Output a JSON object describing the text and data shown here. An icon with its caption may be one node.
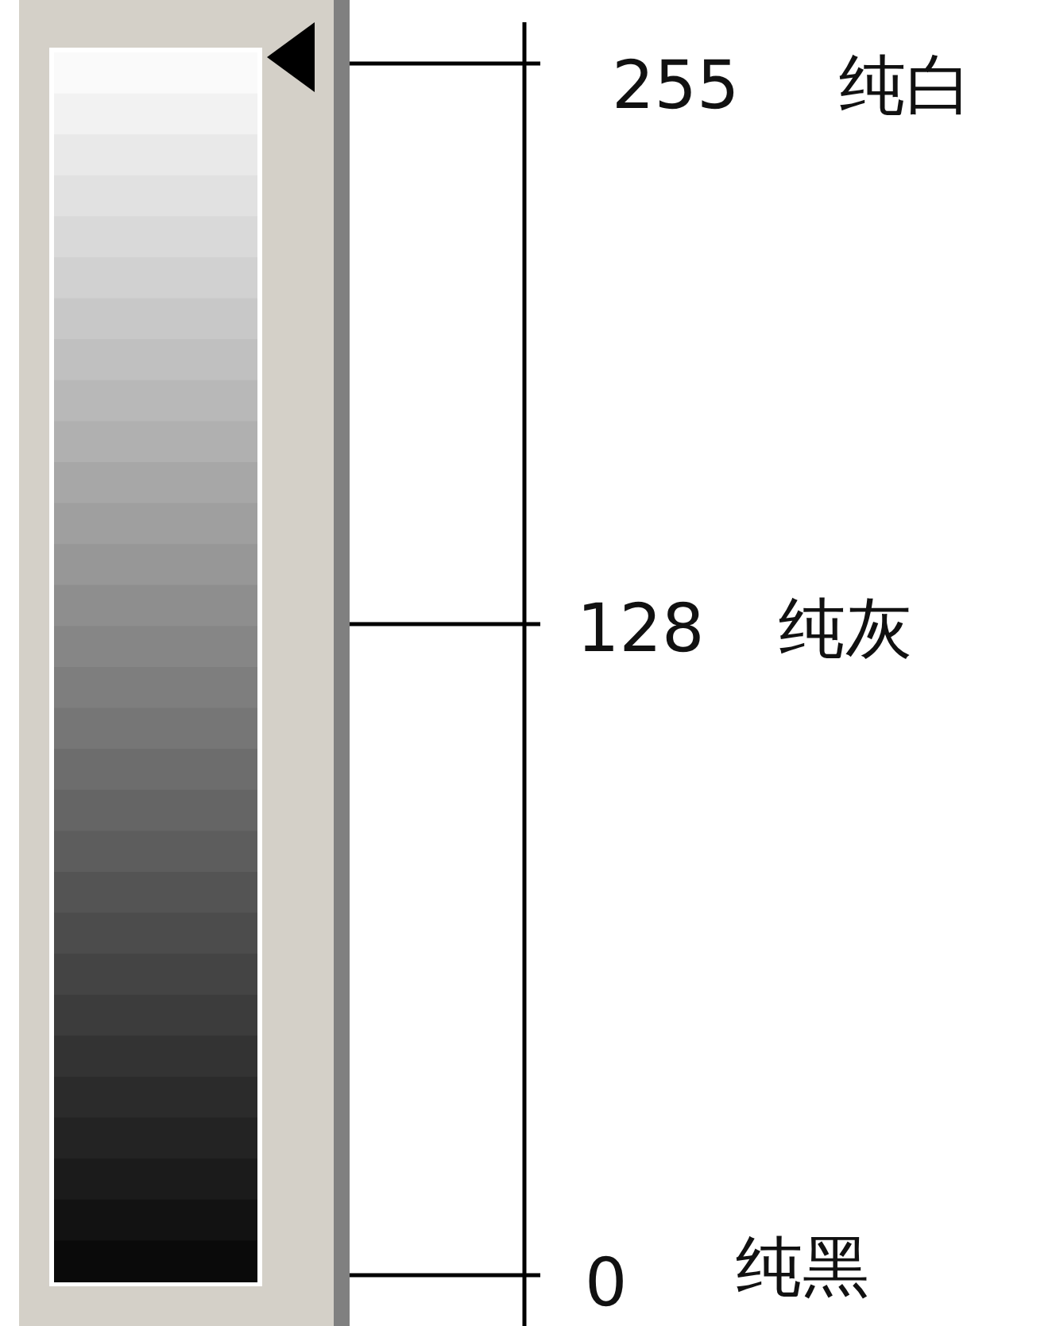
{
  "diagram": {
    "labels": [
      "255",
      "纯白",
      "128",
      "纯灰",
      "0",
      "纯黑"
    ]
  }
}
